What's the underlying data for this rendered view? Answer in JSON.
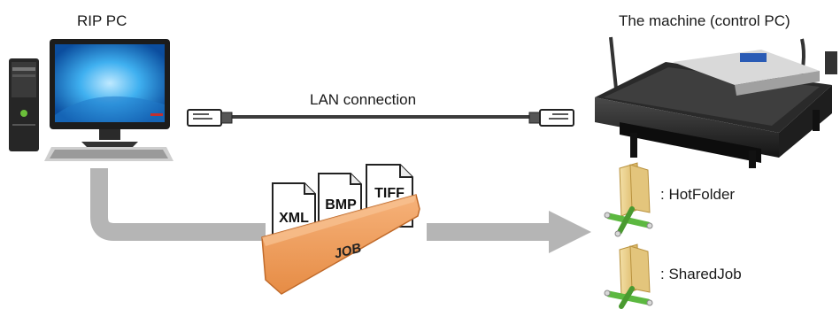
{
  "rip_pc": {
    "label": "RIP PC"
  },
  "machine": {
    "label": "The machine (control PC)"
  },
  "connection": {
    "label": "LAN connection"
  },
  "documents": [
    "XML",
    "BMP",
    "TIFF"
  ],
  "job_folder": {
    "label": "JOB"
  },
  "shared_folders": [
    {
      "label": ": HotFolder"
    },
    {
      "label": ": SharedJob"
    }
  ],
  "colors": {
    "arrow": "#b5b5b5",
    "cable": "#3c3c3c",
    "folder_orange": "#f0a060",
    "folder_yellow": "#e8c97a",
    "network_green": "#5cb840",
    "screen_blue": "#2f9be0"
  }
}
